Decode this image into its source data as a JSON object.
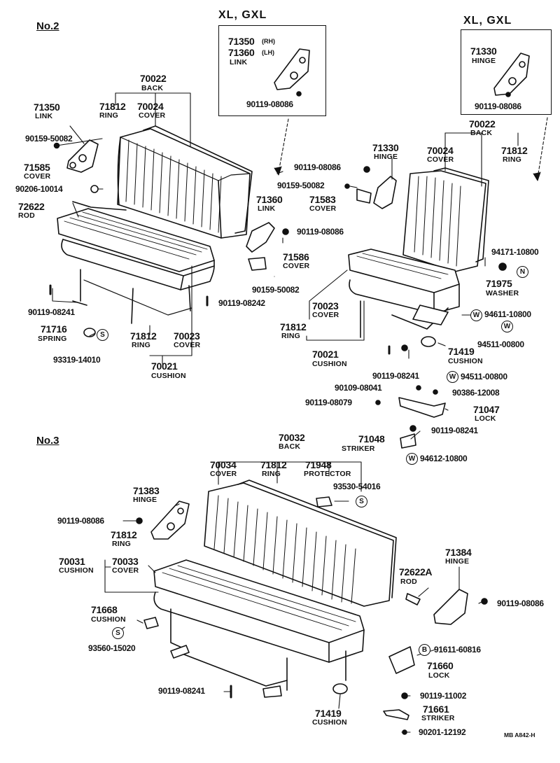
{
  "sections": {
    "no2": "No.2",
    "no3": "No.3"
  },
  "variants": {
    "left": "XL, GXL",
    "right": "XL, GXL"
  },
  "inset_left": {
    "pn_rh": "71350",
    "rh": "(RH)",
    "pn_lh": "71360",
    "lh": "(LH)",
    "name": "LINK",
    "bolt": "90119-08086"
  },
  "inset_right": {
    "pn": "71330",
    "name": "HINGE",
    "bolt": "90119-08086"
  },
  "no2_left": {
    "back_pn": "70022",
    "back_name": "BACK",
    "ring_pn": "71812",
    "ring_name": "RING",
    "cover_pn": "70024",
    "cover_name": "COVER",
    "link_pn": "71350",
    "link_name": "LINK",
    "bolt1": "90159-50082",
    "cover2_pn": "71585",
    "cover2_name": "COVER",
    "bolt2": "90206-10014",
    "rod_pn": "72622",
    "rod_name": "ROD",
    "link2_pn": "71360",
    "link2_name": "LINK",
    "bolt3": "90119-08086",
    "cover3_pn": "71586",
    "cover3_name": "COVER",
    "bolt4": "90159-50082",
    "bolt5": "90119-08241",
    "bolt6": "90119-08242",
    "spring_pn": "71716",
    "spring_name": "SPRING",
    "clip": "93319-14010",
    "ring2_pn": "71812",
    "ring2_name": "RING",
    "cover4_pn": "70023",
    "cover4_name": "COVER",
    "cushion_pn": "70021",
    "cushion_name": "CUSHION"
  },
  "no2_right": {
    "hinge_pn": "71330",
    "hinge_name": "HINGE",
    "bolt1": "90119-08086",
    "bolt2": "90159-50082",
    "cover_pn": "71583",
    "cover_name": "COVER",
    "back_pn": "70022",
    "back_name": "BACK",
    "cover2_pn": "70024",
    "cover2_name": "COVER",
    "ring_pn": "71812",
    "ring_name": "RING",
    "bolt3": "94171-10800",
    "washer_pn": "71975",
    "washer_name": "WASHER",
    "cover3_pn": "70023",
    "cover3_name": "COVER",
    "washer2": "94611-10800",
    "ring2_pn": "71812",
    "ring2_name": "RING",
    "washer3": "94511-00800",
    "cushion_pn": "70021",
    "cushion_name": "CUSHION",
    "cushion2_pn": "71419",
    "cushion2_name": "CUSHION",
    "bolt4": "90119-08241",
    "washer4": "94511-00800",
    "bolt5": "90109-08041",
    "bolt6": "90386-12008",
    "bolt7": "90119-08079",
    "lock_pn": "71047",
    "lock_name": "LOCK",
    "bolt8": "90119-08241",
    "striker_pn": "71048",
    "striker_name": "STRIKER",
    "washer5": "94612-10800"
  },
  "no3": {
    "back_pn": "70032",
    "back_name": "BACK",
    "cover_pn": "70034",
    "cover_name": "COVER",
    "ring_pn": "71812",
    "ring_name": "RING",
    "protector_pn": "71948",
    "protector_name": "PROTECTOR",
    "clip": "93530-54016",
    "hinge_pn": "71383",
    "hinge_name": "HINGE",
    "bolt1": "90119-08086",
    "ring2_pn": "71812",
    "ring2_name": "RING",
    "cushion_pn": "70031",
    "cushion_name": "CUSHION",
    "cover2_pn": "70033",
    "cover2_name": "COVER",
    "hinge2_pn": "71384",
    "hinge2_name": "HINGE",
    "rod_pn": "72622A",
    "rod_name": "ROD",
    "bolt2": "90119-08086",
    "cushion2_pn": "71668",
    "cushion2_name": "CUSHION",
    "clip2": "93560-15020",
    "bolt3": "91611-60816",
    "lock_pn": "71660",
    "lock_name": "LOCK",
    "bolt4": "90119-08241",
    "bolt5": "90119-11002",
    "striker_pn": "71661",
    "striker_name": "STRIKER",
    "cushion3_pn": "71419",
    "cushion3_name": "CUSHION",
    "bolt6": "90201-12192"
  },
  "markers": {
    "s": "S",
    "w": "W",
    "n": "N",
    "b": "B"
  },
  "footer_code": "MB  A842-H"
}
